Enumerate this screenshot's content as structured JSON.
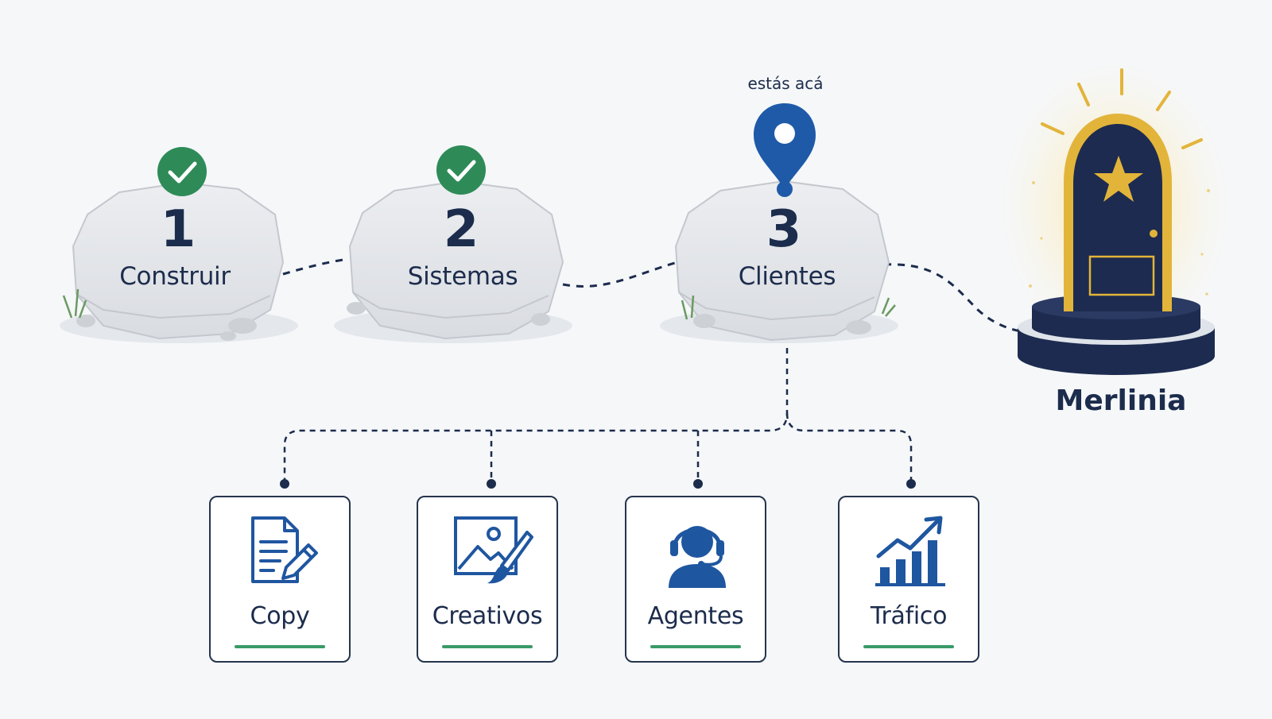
{
  "colors": {
    "ink": "#1c2c4c",
    "check_green": "#2e8b57",
    "pin_blue": "#1e5aa8",
    "icon_blue": "#1f56a0",
    "door_navy": "#1d2b50",
    "gold": "#e2b43a",
    "underline_green": "#3a9a6a",
    "stone": "#e3e5e8"
  },
  "steps": [
    {
      "number": "1",
      "name": "Construir",
      "status": "done",
      "status_icon": "check-icon"
    },
    {
      "number": "2",
      "name": "Sistemas",
      "status": "done",
      "status_icon": "check-icon"
    },
    {
      "number": "3",
      "name": "Clientes",
      "status": "current",
      "status_icon": "location-pin-icon"
    }
  ],
  "current_marker": "estás acá",
  "destination": {
    "name": "Merlinia",
    "icon": "glowing-door-icon"
  },
  "branches": [
    {
      "label": "Copy",
      "icon": "document-pencil-icon"
    },
    {
      "label": "Creativos",
      "icon": "image-brush-icon"
    },
    {
      "label": "Agentes",
      "icon": "headset-agent-icon"
    },
    {
      "label": "Tráfico",
      "icon": "growth-chart-icon"
    }
  ]
}
